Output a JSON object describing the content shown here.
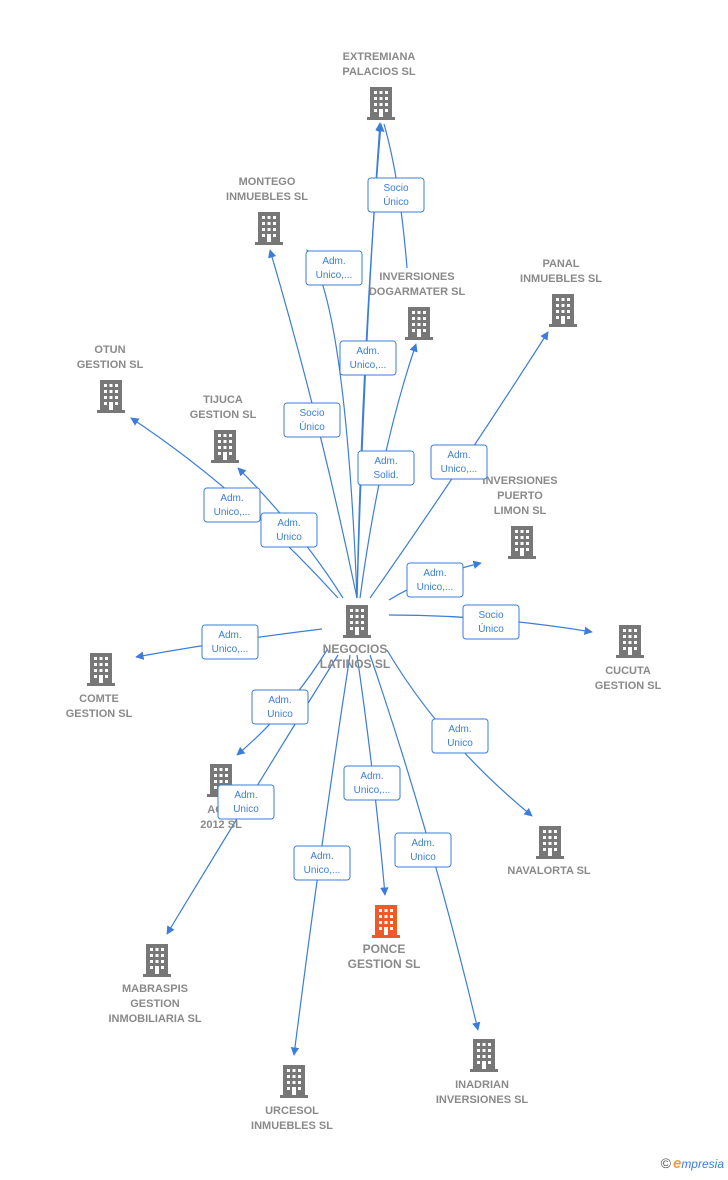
{
  "colors": {
    "edge": "#3b7dd8",
    "building": "#777777",
    "highlight": "#f05a28",
    "label": "#8a8a8a"
  },
  "nodes": [
    {
      "id": "negocios",
      "label": [
        "NEGOCIOS",
        "LATINOS SL"
      ],
      "icon": "building-icon"
    },
    {
      "id": "extremiana",
      "label": [
        "EXTREMIANA",
        "PALACIOS SL"
      ],
      "icon": "building-icon"
    },
    {
      "id": "montego",
      "label": [
        "MONTEGO",
        "INMUEBLES  SL"
      ],
      "icon": "building-icon"
    },
    {
      "id": "dogarmater",
      "label": [
        "INVERSIONES",
        "DOGARMATER SL"
      ],
      "icon": "building-icon"
    },
    {
      "id": "panal",
      "label": [
        "PANAL",
        "INMUEBLES  SL"
      ],
      "icon": "building-icon"
    },
    {
      "id": "otun",
      "label": [
        "OTUN",
        "GESTION SL"
      ],
      "icon": "building-icon"
    },
    {
      "id": "tijuca",
      "label": [
        "TIJUCA",
        "GESTION SL"
      ],
      "icon": "building-icon"
    },
    {
      "id": "puerto",
      "label": [
        "INVERSIONES",
        "PUERTO",
        "LIMON  SL"
      ],
      "icon": "building-icon"
    },
    {
      "id": "cucuta",
      "label": [
        "CUCUTA",
        "GESTION  SL"
      ],
      "icon": "building-icon"
    },
    {
      "id": "comte",
      "label": [
        "COMTE",
        "GESTION  SL"
      ],
      "icon": "building-icon"
    },
    {
      "id": "agri",
      "label": [
        "AGRI",
        "2012 SL"
      ],
      "icon": "building-icon"
    },
    {
      "id": "navalorta",
      "label": [
        "NAVALORTA SL"
      ],
      "icon": "building-icon"
    },
    {
      "id": "ponce",
      "label": [
        "PONCE",
        "GESTION  SL"
      ],
      "icon": "building-icon",
      "highlight": true
    },
    {
      "id": "mabraspis",
      "label": [
        "MABRASPIS",
        "GESTION",
        "INMOBILIARIA SL"
      ],
      "icon": "building-icon"
    },
    {
      "id": "urcesol",
      "label": [
        "URCESOL",
        "INMUEBLES  SL"
      ],
      "icon": "building-icon"
    },
    {
      "id": "inadrian",
      "label": [
        "INADRIAN",
        "INVERSIONES SL"
      ],
      "icon": "building-icon"
    }
  ],
  "edges": [
    {
      "id": "e1",
      "label": [
        "Adm.",
        "Unico,..."
      ]
    },
    {
      "id": "e2",
      "label": [
        "Socio",
        "Único"
      ]
    },
    {
      "id": "e3",
      "label": [
        "Adm.",
        "Unico,..."
      ]
    },
    {
      "id": "e4",
      "label": [
        "Socio",
        "Único"
      ]
    },
    {
      "id": "e5",
      "label": [
        "Adm.",
        "Solid."
      ]
    },
    {
      "id": "e6",
      "label": [
        "Adm.",
        "Unico,..."
      ]
    },
    {
      "id": "e7",
      "label": [
        "Adm.",
        "Unico,..."
      ]
    },
    {
      "id": "e8",
      "label": [
        "Adm.",
        "Unico"
      ]
    },
    {
      "id": "e9",
      "label": [
        "Adm.",
        "Unico,..."
      ]
    },
    {
      "id": "e10",
      "label": [
        "Socio",
        "Único"
      ]
    },
    {
      "id": "e11",
      "label": [
        "Adm.",
        "Unico,..."
      ]
    },
    {
      "id": "e12",
      "label": [
        "Adm.",
        "Unico"
      ]
    },
    {
      "id": "e13",
      "label": [
        "Adm.",
        "Unico"
      ]
    },
    {
      "id": "e14",
      "label": [
        "Adm.",
        "Unico"
      ]
    },
    {
      "id": "e15",
      "label": [
        "Adm.",
        "Unico,..."
      ]
    },
    {
      "id": "e16",
      "label": [
        "Adm.",
        "Unico,..."
      ]
    },
    {
      "id": "e17",
      "label": [
        "Adm.",
        "Unico"
      ]
    }
  ],
  "footer": {
    "copyright": "©",
    "brand_initial": "e",
    "brand_rest": "mpresia"
  }
}
